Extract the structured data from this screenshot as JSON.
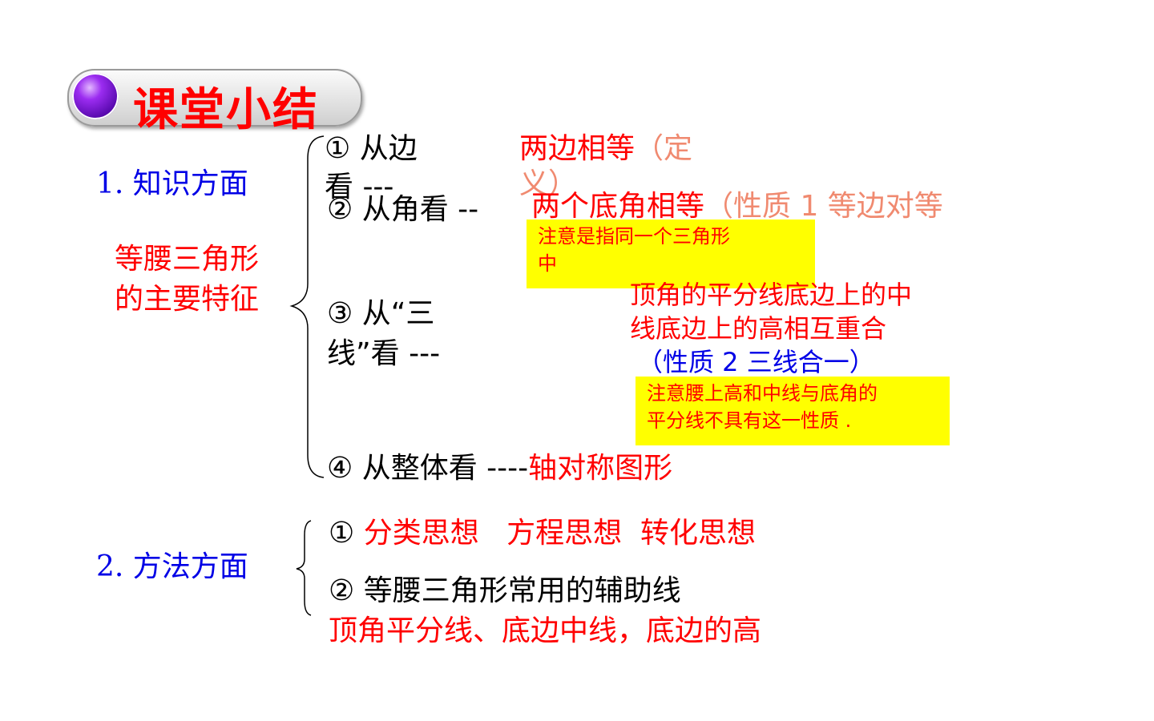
{
  "header": {
    "title": "课堂小结"
  },
  "section1": {
    "label": "1. 知识方面",
    "subject_line1": "等腰三角形",
    "subject_line2": "的主要特征",
    "item1": {
      "label_line1": "① 从边",
      "label_line2": "看 ---",
      "answer": "两边相等",
      "note": "（定",
      "note2": "义）"
    },
    "item2": {
      "label": "② 从角看 --",
      "answer": "两个底角相等",
      "note": "（性质 1  等边对等"
    },
    "note_box1": {
      "line1": "注意是指同一个三角形",
      "line2": "中"
    },
    "item3": {
      "label_line1": "③ 从“三",
      "label_line2": "线”看 ---",
      "answer_line1": "顶角的平分线底边上的中",
      "answer_line2": "线底边上的高相互重合",
      "note": "（性质 2    三线合一）"
    },
    "note_box2": {
      "line1": "注意腰上高和中线与底角的",
      "line2": "平分线不具有这一性质 ."
    },
    "item4": {
      "label": "④ 从整体看 ----",
      "answer": "轴对称图形"
    }
  },
  "section2": {
    "label": "2. 方法方面",
    "item1": {
      "prefix": "①",
      "text": "分类思想   方程思想  转化思想"
    },
    "item2": {
      "text": "② 等腰三角形常用的辅助线"
    },
    "item3": {
      "text": "顶角平分线、底边中线，底边的高"
    }
  },
  "colors": {
    "title": "#ff0000",
    "section_label": "#0000e6",
    "highlight": "#ffff00",
    "note": "#f08a70"
  }
}
